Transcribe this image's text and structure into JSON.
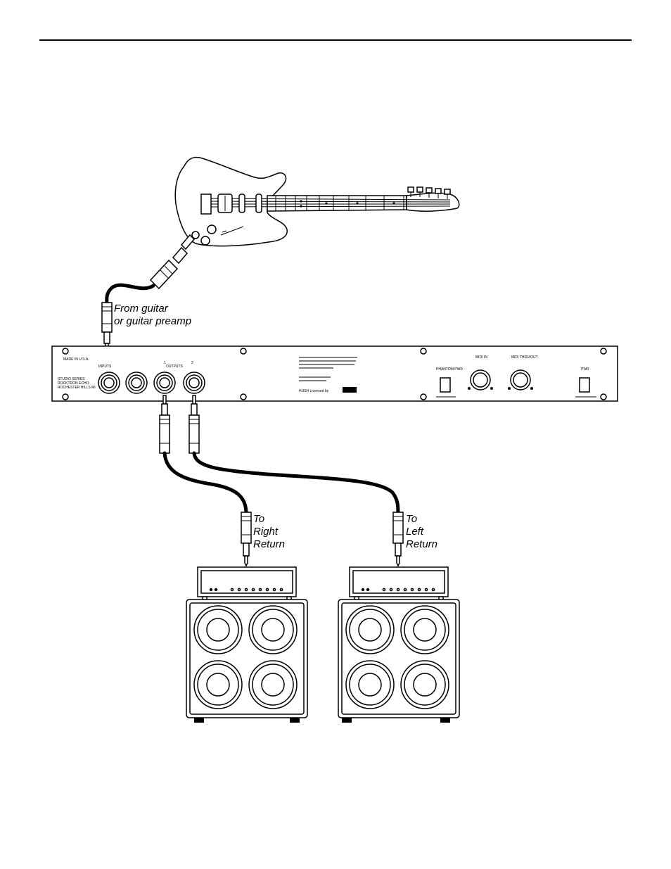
{
  "labels": {
    "from_line1": "From guitar",
    "from_line2": "or guitar preamp",
    "right_line1": "To",
    "right_line2": "Right",
    "right_line3": "Return",
    "left_line1": "To",
    "left_line2": "Left",
    "left_line3": "Return"
  },
  "panel": {
    "made_in": "MADE IN U.S.A.",
    "series_line1": "STUDIO SERIES",
    "series_line2": "ROCKTRON ECHO",
    "series_line3": "ROCHESTER HILLS MI",
    "input_label": "INPUTS",
    "output_label": "OUTPUTS",
    "output_1": "1",
    "output_2": "2",
    "midi_in": "MIDI IN",
    "midi_thru": "MIDI THRU/OUT",
    "phantom": "PHANTOM PWR",
    "power": "PWR",
    "licensed": "HUSH Licensed by"
  },
  "colors": {
    "ink": "#000000",
    "paper": "#ffffff"
  }
}
